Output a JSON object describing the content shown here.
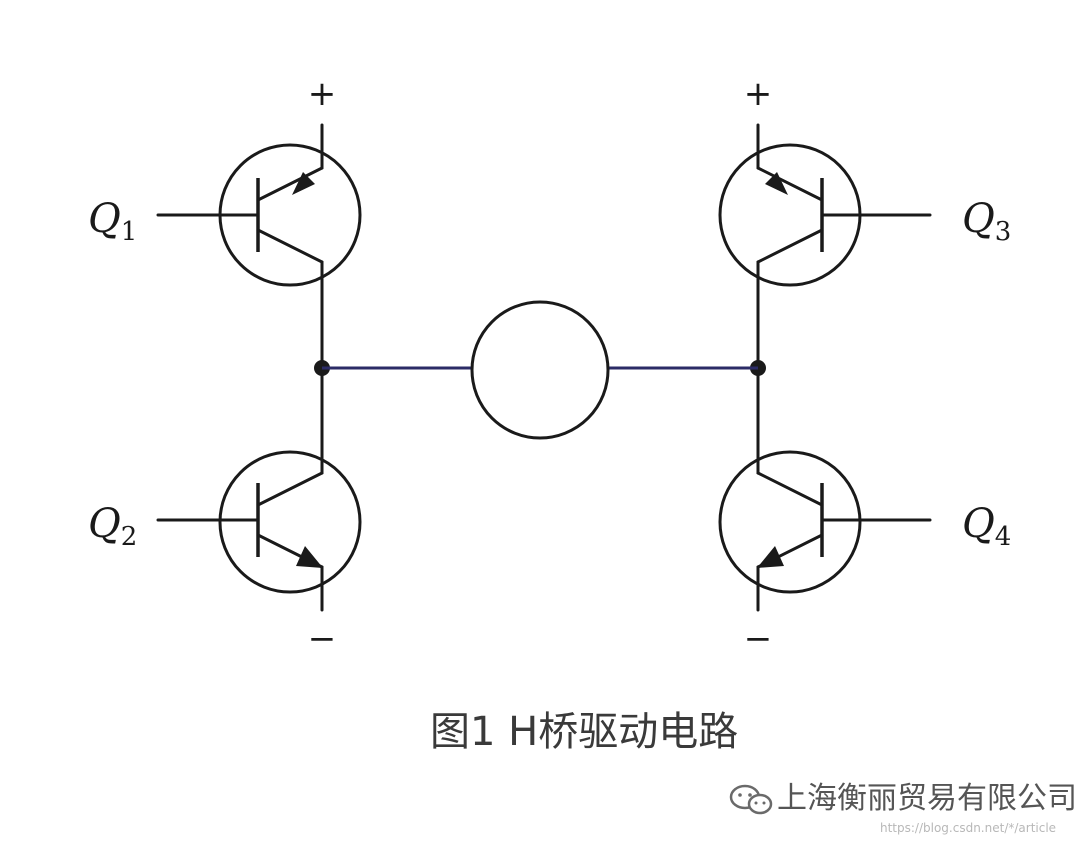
{
  "transistors": [
    {
      "label": "Q",
      "sub": "1"
    },
    {
      "label": "Q",
      "sub": "2"
    },
    {
      "label": "Q",
      "sub": "3"
    },
    {
      "label": "Q",
      "sub": "4"
    }
  ],
  "supply": {
    "positive": "+",
    "negative": "−"
  },
  "caption": "图1 H桥驱动电路",
  "watermark": {
    "company": "上海衡丽贸易有限公司",
    "url": "https://blog.csdn.net/*/article"
  },
  "icons": {
    "wechat": "wechat-icon"
  }
}
